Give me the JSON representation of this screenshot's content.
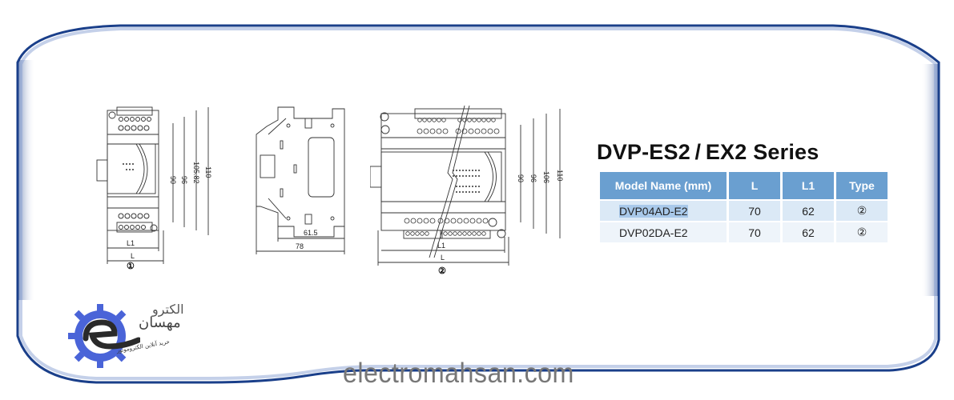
{
  "colors": {
    "frame": "#1a3f8a",
    "table_header": "#6a9fd0",
    "row_even": "#dbe9f6",
    "row_odd": "#eef4fa",
    "site_text": "#777777",
    "gear": "#4a64d8"
  },
  "series_title": "DVP-ES2 / EX2 Series",
  "table": {
    "headers": [
      "Model Name (mm)",
      "L",
      "L1",
      "Type"
    ],
    "rows": [
      {
        "model": "DVP04AD-E2",
        "L": "70",
        "L1": "62",
        "type": "②"
      },
      {
        "model": "DVP02DA-E2",
        "L": "70",
        "L1": "62",
        "type": "②"
      }
    ]
  },
  "drawings": {
    "type1": {
      "label": "①",
      "width_labels": [
        "L1",
        "L"
      ],
      "height_labels": [
        "90",
        "96",
        "105.82",
        "110"
      ]
    },
    "side": {
      "width_labels": [
        "61.5",
        "78"
      ]
    },
    "type2": {
      "label": "②",
      "width_labels": [
        "L1",
        "L"
      ],
      "height_labels": [
        "90",
        "96",
        "106",
        "110"
      ]
    }
  },
  "logo": {
    "line1": "الکترو",
    "line2": "مهسان",
    "tagline": "خرید آنلاین الکتروموتور"
  },
  "website": "electromahsan.com"
}
